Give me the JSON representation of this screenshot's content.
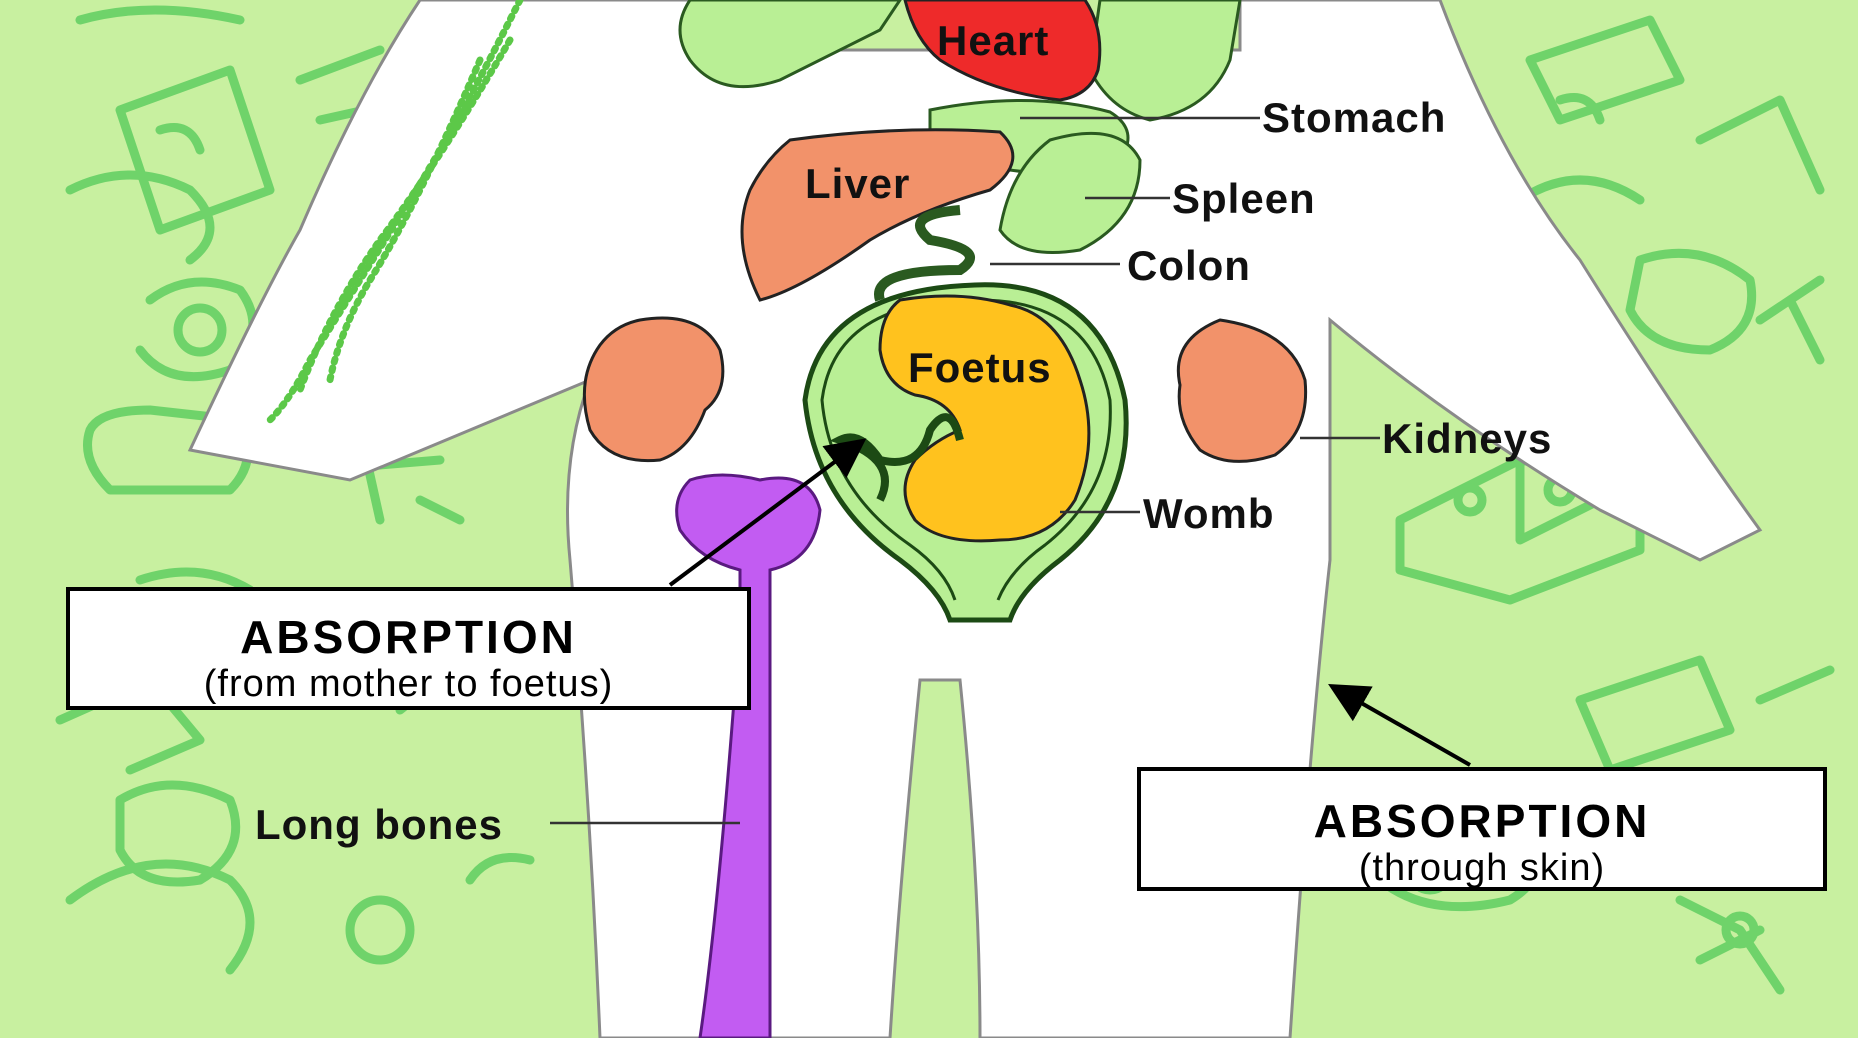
{
  "colors": {
    "background": "#c8f0a0",
    "doodle": "#6fd36a",
    "body": "#ffffff",
    "organ_green": "#b9ef95",
    "heart": "#ee2a2a",
    "liver_kidney": "#f2926a",
    "foetus": "#ffc21e",
    "bone": "#c25cf2"
  },
  "labels": {
    "heart": "Heart",
    "stomach": "Stomach",
    "liver": "Liver",
    "spleen": "Spleen",
    "colon": "Colon",
    "foetus": "Foetus",
    "kidneys": "Kidneys",
    "womb": "Womb",
    "long_bones": "Long bones"
  },
  "callouts": {
    "mother_to_foetus": {
      "title": "ABSORPTION",
      "subtitle": "(from mother to foetus)"
    },
    "skin": {
      "title": "ABSORPTION",
      "subtitle": "(through skin)"
    }
  }
}
